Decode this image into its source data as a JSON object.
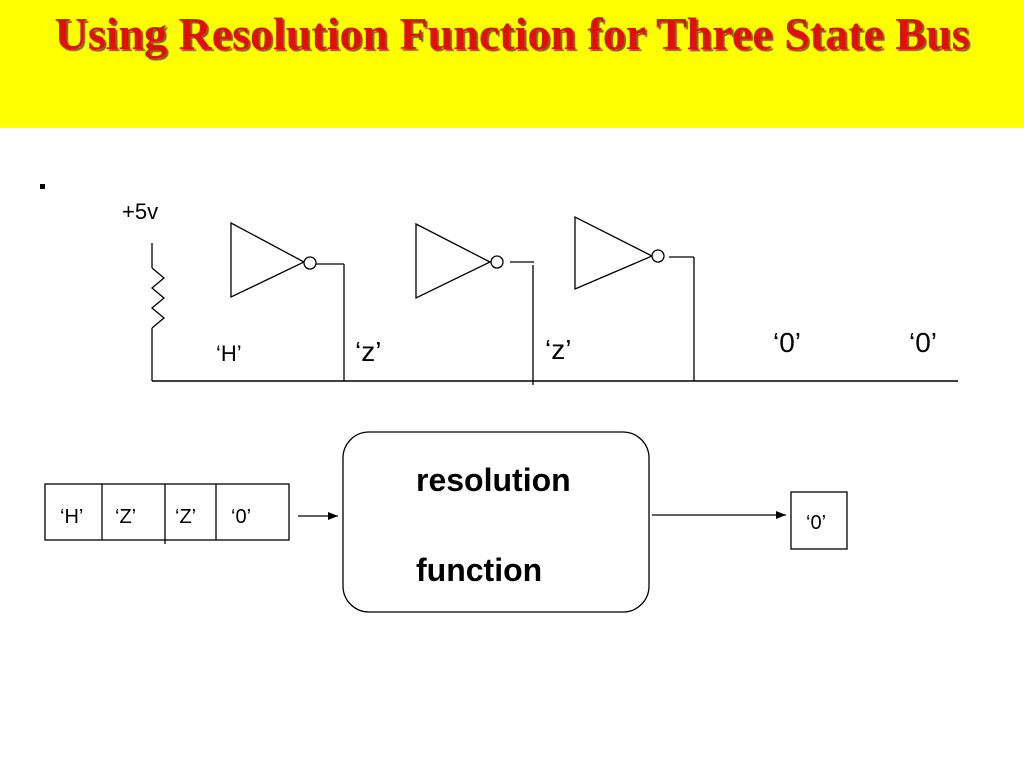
{
  "title": "Using Resolution Function for Three State Bus",
  "colors": {
    "title_band": "#ffff00",
    "title_text": "#e01010"
  },
  "circuit": {
    "supply_label": "+5v",
    "bus_values": [
      "‘H’",
      "‘z’",
      "‘z’",
      "‘0’",
      "‘0’"
    ]
  },
  "inputs": [
    "‘H’",
    "‘Z’",
    "‘Z’",
    "‘0’"
  ],
  "resolution_box": {
    "line1": "resolution",
    "line2": "function"
  },
  "output": "‘0’"
}
